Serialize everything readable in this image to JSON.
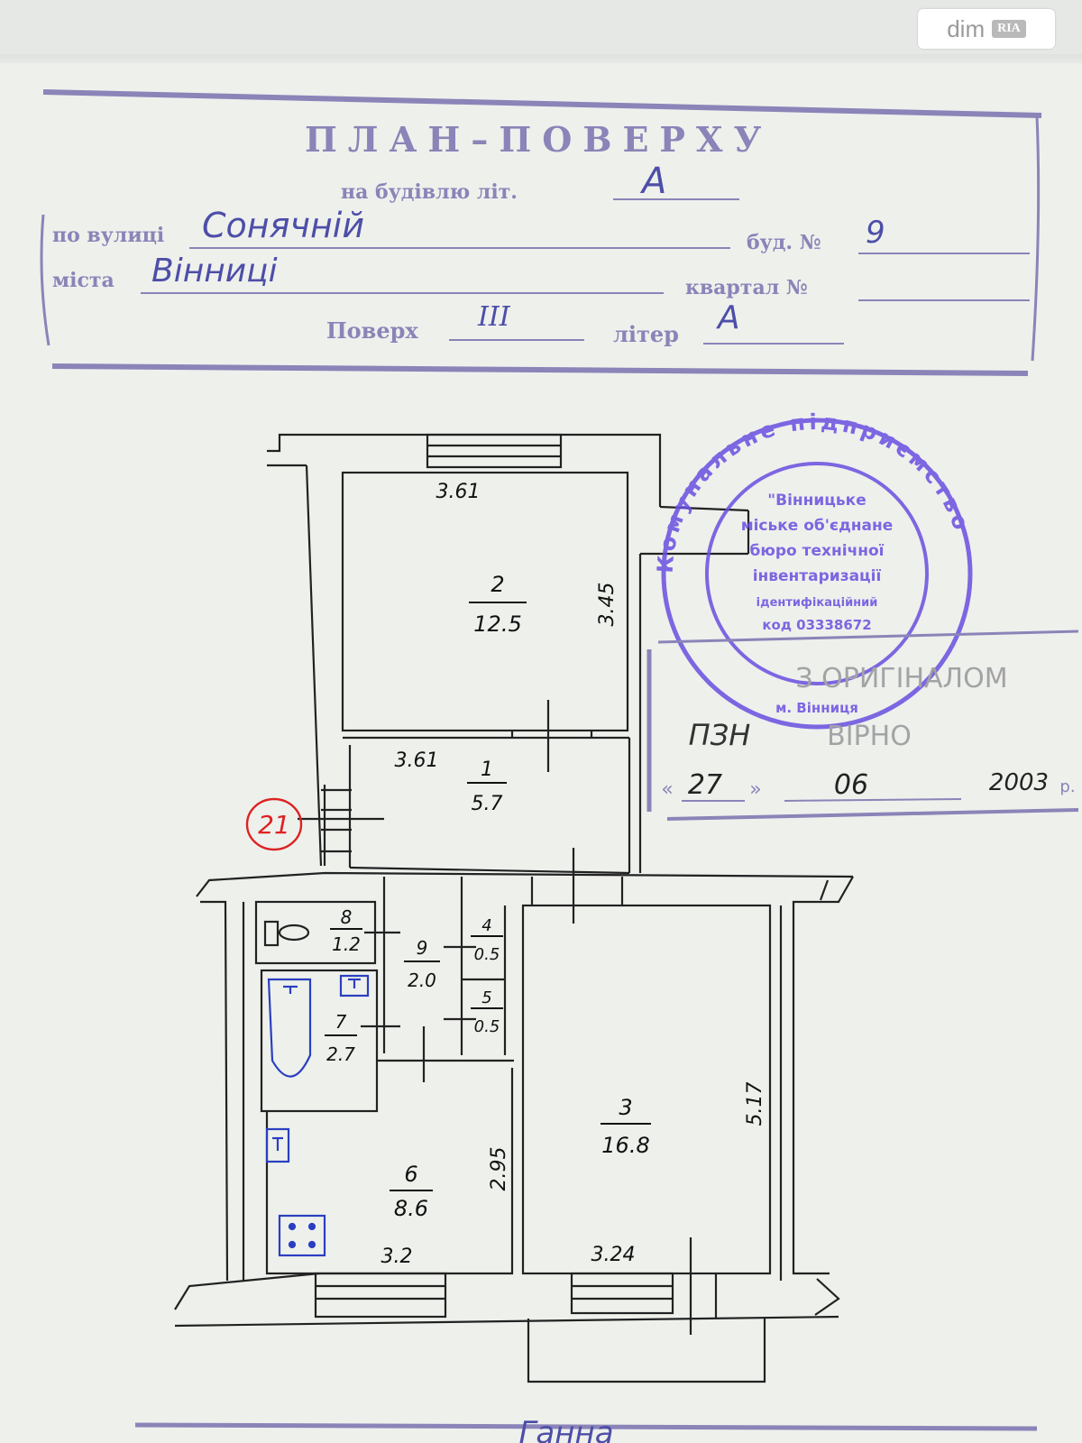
{
  "watermark": {
    "brand": "dim",
    "sub": "RIA"
  },
  "header": {
    "title": "ПЛАН–ПОВЕРХУ",
    "building_label": "на будівлю літ.",
    "building_letter": "А",
    "street_label": "по вулиці",
    "street_value": "Сонячній",
    "house_label": "буд. №",
    "house_value": "9",
    "city_label": "міста",
    "city_value": "Вінниці",
    "block_label": "квартал №",
    "block_value": "",
    "floor_label": "Поверх",
    "floor_value": "III",
    "litera_label": "літер",
    "litera_value": "А"
  },
  "stamp": {
    "ring_text": "Комунальне підприємство",
    "lines": [
      "\"Вінницьке",
      "міське об'єднане",
      "бюро технічної",
      "інвентаризації",
      "ідентифікаційний",
      "код 03338672",
      "м. Вінниця"
    ],
    "copy_mark": "З ОРИГІНАЛОМ",
    "verified": "ВІРНО",
    "signature": "ПЗН",
    "day": "27",
    "month": "06",
    "year": "2003",
    "year_suffix": "р."
  },
  "plan": {
    "apartment_number": "21",
    "rooms": [
      {
        "id": "1",
        "area": "5.7"
      },
      {
        "id": "2",
        "area": "12.5"
      },
      {
        "id": "3",
        "area": "16.8"
      },
      {
        "id": "4",
        "area": "0.5"
      },
      {
        "id": "5",
        "area": "0.5"
      },
      {
        "id": "6",
        "area": "8.6"
      },
      {
        "id": "7",
        "area": "2.7"
      },
      {
        "id": "8",
        "area": "1.2"
      },
      {
        "id": "9",
        "area": "2.0"
      }
    ],
    "dimensions": {
      "room2_width": "3.61",
      "room2_depth": "3.45",
      "room1_width": "3.61",
      "room3_depth": "5.17",
      "room3_width": "3.24",
      "room6_depth": "2.95",
      "room6_width": "3.2"
    }
  },
  "footer_hand": "Ганна"
}
